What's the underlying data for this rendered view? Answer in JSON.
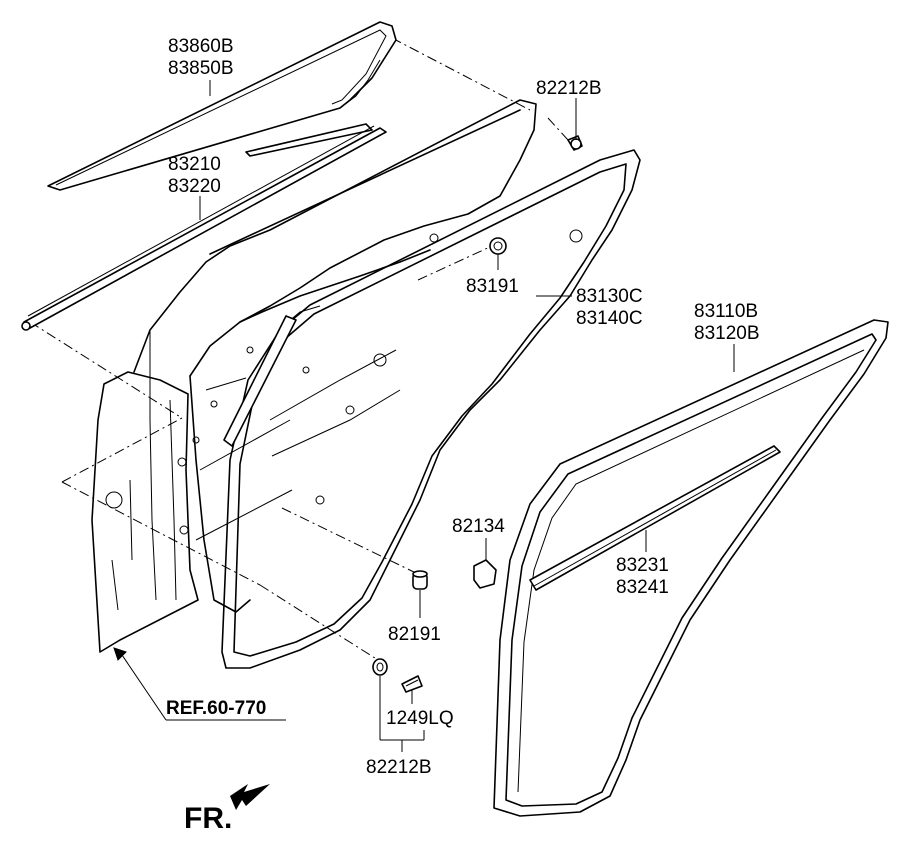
{
  "labels": {
    "p83860B": "83860B",
    "p83850B": "83850B",
    "p82212B_top": "82212B",
    "p83210": "83210",
    "p83220": "83220",
    "p83191": "83191",
    "p83130C": "83130C",
    "p83140C": "83140C",
    "p83110B": "83110B",
    "p83120B": "83120B",
    "p82134": "82134",
    "p83231": "83231",
    "p83241": "83241",
    "p82191": "82191",
    "p1249LQ": "1249LQ",
    "p82212B_bottom": "82212B",
    "ref": "REF.60-770",
    "fr": "FR."
  }
}
